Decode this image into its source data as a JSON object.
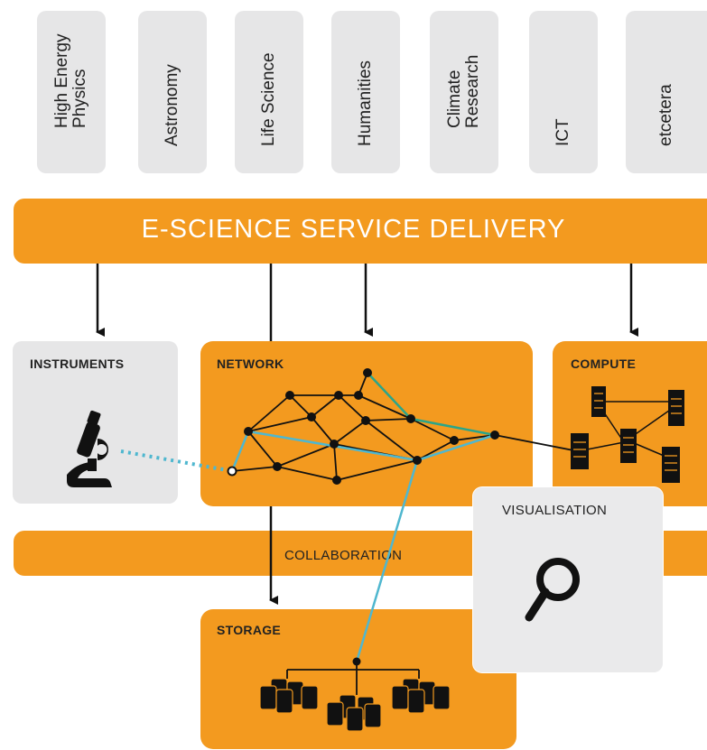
{
  "disciplines": [
    {
      "label": "High Energy\nPhysics",
      "icon": "none"
    },
    {
      "label": "Astronomy"
    },
    {
      "label": "Life Science"
    },
    {
      "label": "Humanities"
    },
    {
      "label": "Climate\nResearch"
    },
    {
      "label": "ICT"
    },
    {
      "label": "etcetera"
    }
  ],
  "banner": {
    "title": "E-SCIENCE SERVICE DELIVERY"
  },
  "boxes": {
    "instruments": "INSTRUMENTS",
    "network": "NETWORK",
    "compute": "COMPUTE",
    "visualisation": "VISUALISATION",
    "collaboration": "COLLABORATION",
    "storage": "STORAGE"
  },
  "icons": {
    "instruments": "microscope-icon",
    "compute": "server-rack-icon",
    "visualisation": "magnifier-icon",
    "storage": "database-icon"
  },
  "colors": {
    "orange": "#f39a1f",
    "grey": "#e6e6e7",
    "blue_link": "#4fb7cf",
    "green_link": "#2aa58a",
    "dark": "#111111"
  }
}
